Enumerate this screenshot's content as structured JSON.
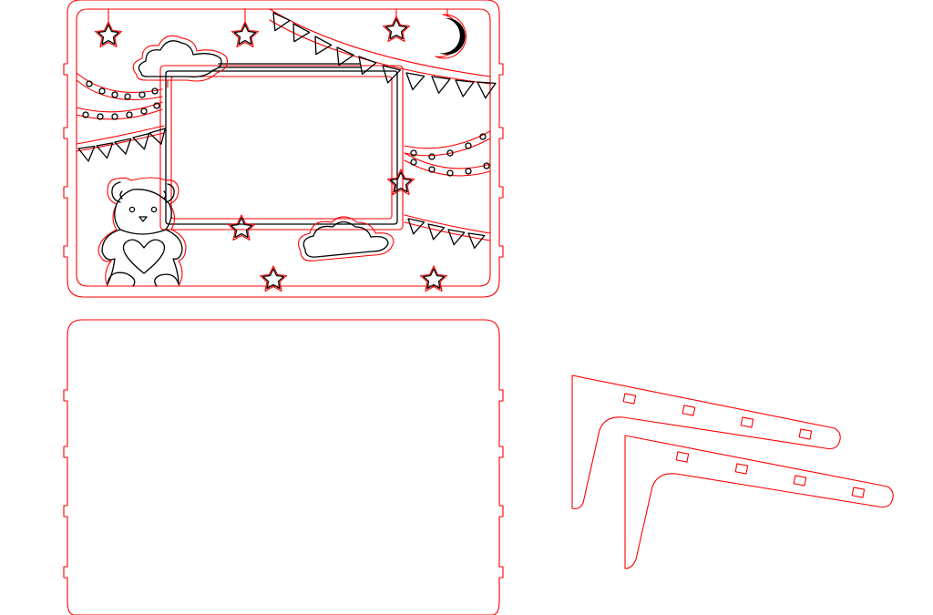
{
  "colors": {
    "background": "#ffffff",
    "cut_line": "#ff0000",
    "engrave_line": "#000000"
  },
  "parts": [
    {
      "name": "front-frame-panel",
      "type": "engraved nursery picture frame"
    },
    {
      "name": "back-panel",
      "type": "plain back panel"
    },
    {
      "name": "stand-leg-left",
      "type": "L-shaped stand"
    },
    {
      "name": "stand-leg-right",
      "type": "L-shaped stand"
    }
  ],
  "front_frame_motifs": [
    "teddy-bear",
    "heart",
    "moon",
    "stars",
    "clouds",
    "bunting-flags",
    "string-lights",
    "photo-window"
  ]
}
